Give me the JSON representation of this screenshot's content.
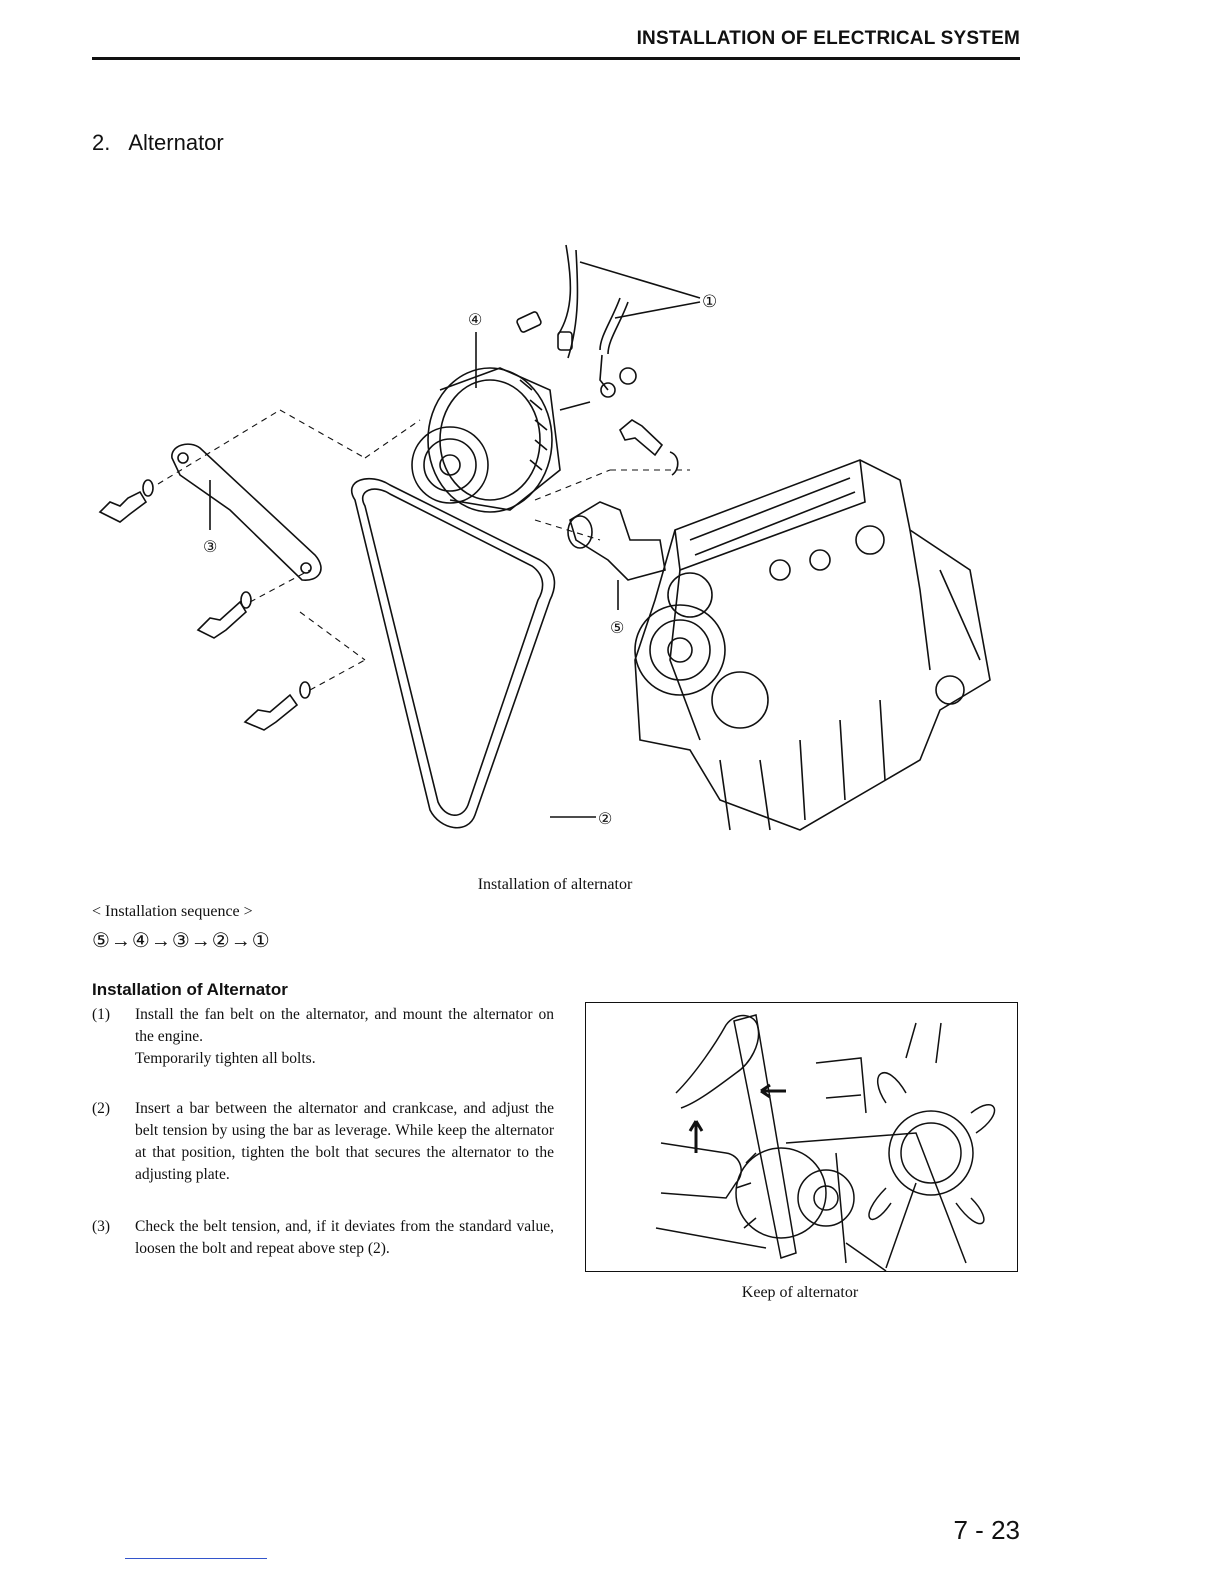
{
  "header": {
    "title": "INSTALLATION OF ELECTRICAL SYSTEM"
  },
  "section": {
    "number": "2.",
    "title": "Alternator"
  },
  "figure_main": {
    "caption": "Installation of alternator",
    "callouts": {
      "c1": "①",
      "c2": "②",
      "c3": "③",
      "c4": "④",
      "c5": "⑤"
    }
  },
  "sequence": {
    "label": "< Installation sequence >",
    "steps": "⑤→④→③→②→①"
  },
  "procedure": {
    "heading": "Installation of Alternator",
    "steps": [
      {
        "mark": "(1)",
        "lines": [
          "Install the fan belt on the alternator, and mount the alternator on the engine.",
          "Temporarily tighten all bolts."
        ]
      },
      {
        "mark": "(2)",
        "lines": [
          "Insert a bar between the alternator and crankcase, and adjust the belt tension by using the bar as leverage. While keep the alternator at that position, tighten the bolt that secures the alternator to the adjusting plate."
        ]
      },
      {
        "mark": "(3)",
        "lines": [
          "Check the belt tension, and, if it deviates from the standard value, loosen the bolt and repeat above step (2)."
        ]
      }
    ]
  },
  "figure_photo": {
    "caption": "Keep of alternator"
  },
  "page": {
    "number": "7 - 23"
  }
}
